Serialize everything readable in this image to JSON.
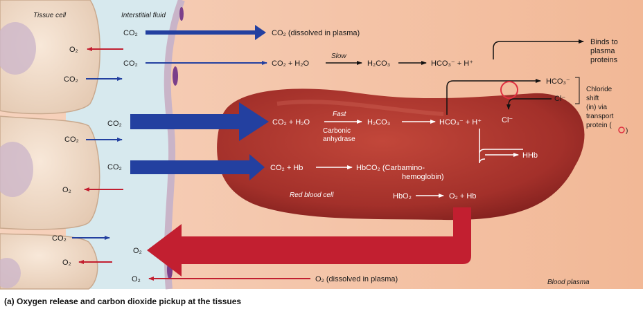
{
  "labels": {
    "tissue_cell": "Tissue cell",
    "interstitial_fluid": "Interstitial fluid",
    "red_blood_cell": "Red blood cell",
    "blood_plasma": "Blood plasma",
    "co2": "CO₂",
    "o2": "O₂",
    "slow": "Slow",
    "fast": "Fast",
    "carbonic_anhydrase": "Carbonic anhydrase",
    "caption": "(a) Oxygen release and carbon dioxide pickup at the tissues"
  },
  "reactions": {
    "dissolved_co2": "CO₂ (dissolved in plasma)",
    "plasma_reactants": "CO₂ + H₂O",
    "plasma_acid": "H₂CO₃",
    "plasma_products": "HCO₃⁻ + H⁺",
    "binds_to_plasma_proteins": "Binds to plasma proteins",
    "rbc_reactants": "CO₂ + H₂O",
    "rbc_acid": "H₂CO₃",
    "rbc_products": "HCO₃⁻ + H⁺",
    "hco3_out": "HCO₃⁻",
    "cl_in": "Cl⁻",
    "cl_inside": "Cl⁻",
    "chloride_shift": "Chloride shift (in) via transport protein (○)",
    "hhb": "HHb",
    "rbc_hb_reactants": "CO₂ + Hb",
    "carbamino": "HbCO₂ (Carbamino-hemoglobin)",
    "hbo2": "HbO₂",
    "o2_hb": "O₂ + Hb",
    "o2_dissolved": "O₂ (dissolved in plasma)"
  },
  "colors": {
    "plasma": "#f3c2a8",
    "interstitial": "#d7e9ee",
    "tissue": "#f0dccb",
    "rbc": "#a8332a",
    "blue_arrow": "#2340a0",
    "red_arrow": "#c21f30"
  }
}
